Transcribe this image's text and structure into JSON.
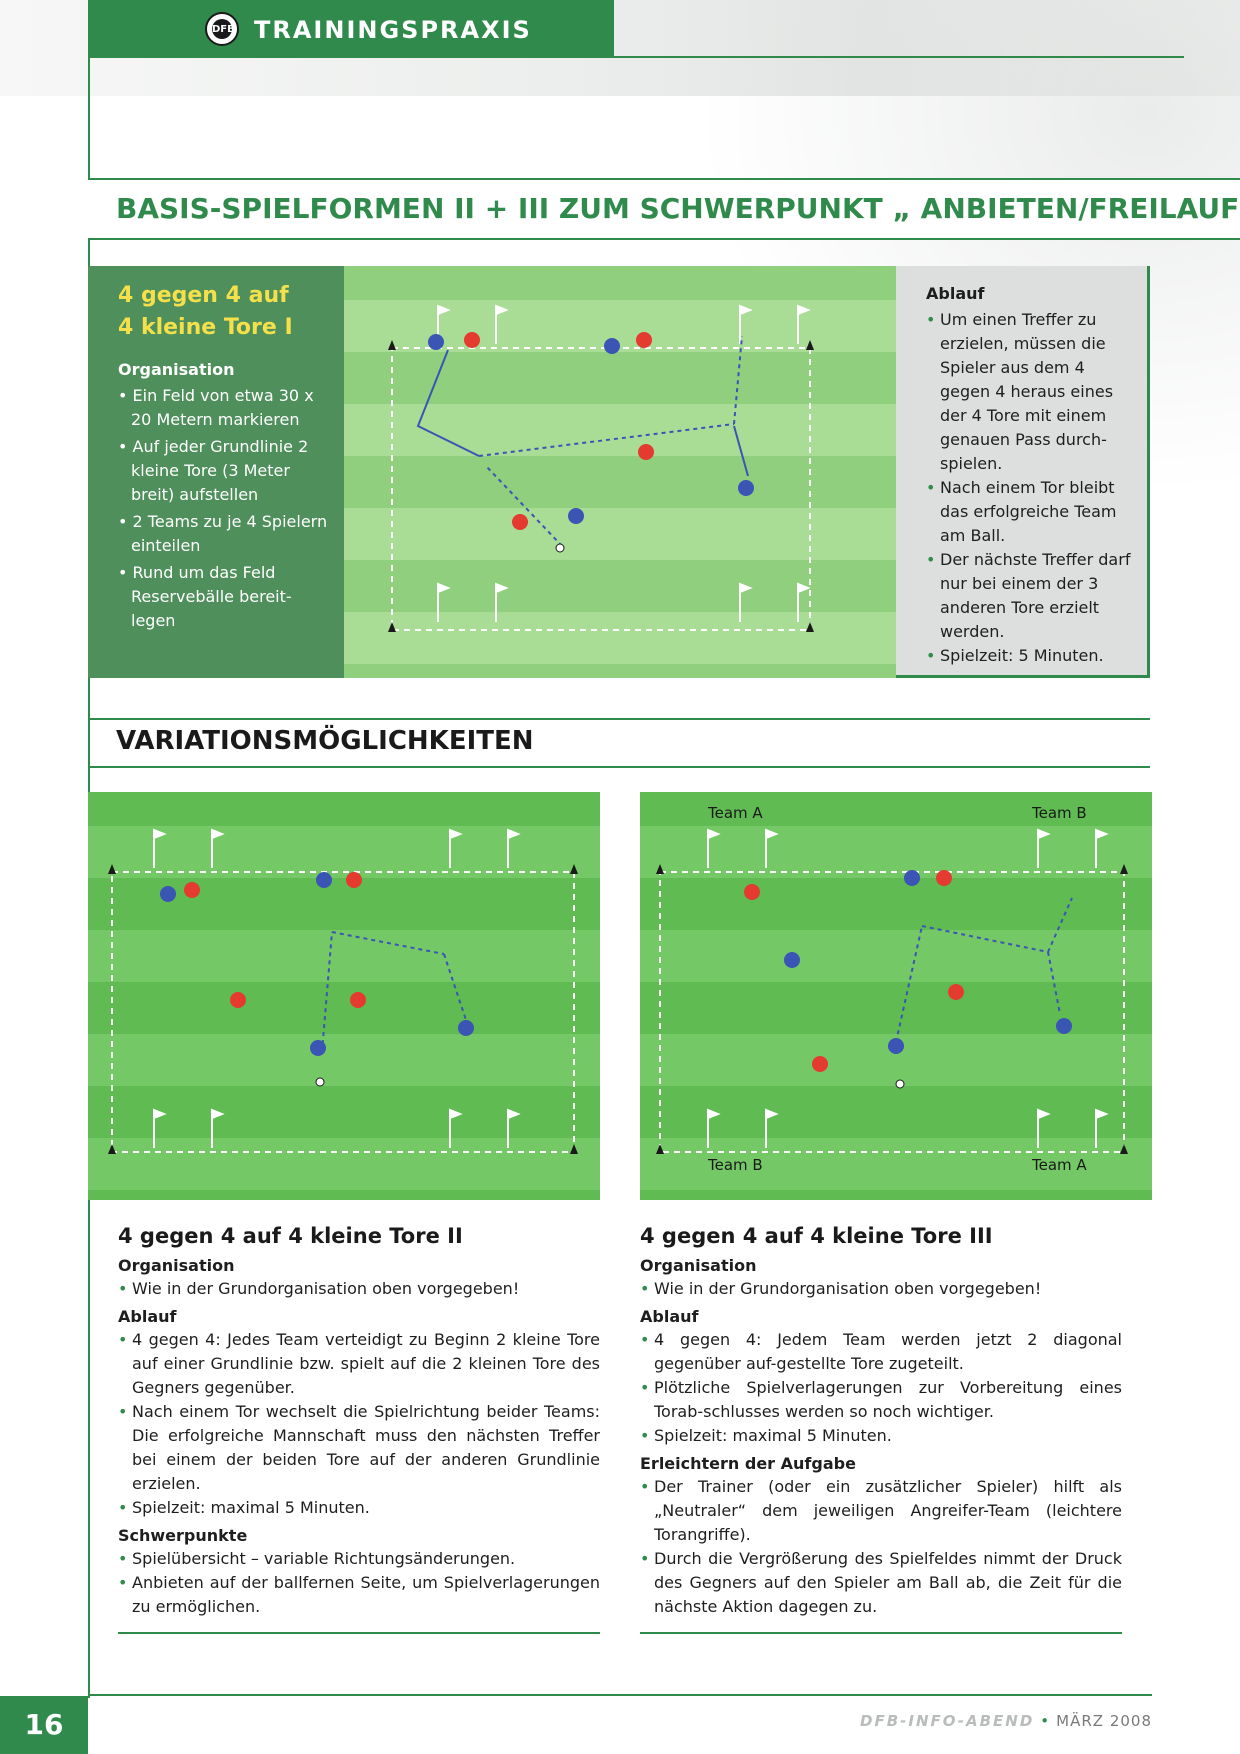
{
  "header": {
    "title": "TRAININGSPRAXIS",
    "logo_text": "DFB"
  },
  "main_title": "BASIS-SPIELFORMEN II + III ZUM SCHWERPUNKT „ ANBIETEN/FREILAUFEN“",
  "main_exercise": {
    "title_line1": "4 gegen 4 auf",
    "title_line2": "4 kleine Tore I",
    "organisation_label": "Organisation",
    "organisation": [
      "• Ein Feld von etwa 30 x 20 Metern markieren",
      "• Auf jeder Grundlinie 2 kleine Tore (3 Meter breit) aufstellen",
      "• 2 Teams zu je 4 Spielern einteilen",
      "• Rund um das Feld Reservebälle bereit-legen"
    ],
    "ablauf_label": "Ablauf",
    "ablauf": [
      "Um einen Treffer zu erzielen, müssen die Spieler aus dem 4 gegen 4 heraus eines der 4 Tore mit einem genauen Pass durch-spielen.",
      "Nach einem Tor bleibt das erfolgreiche Team am Ball.",
      "Der nächste Treffer darf nur bei einem der 3 anderen Tore erzielt werden.",
      "Spielzeit: 5 Minuten."
    ]
  },
  "variations_title": "VARIATIONSMÖGLICHKEITEN",
  "field_b_labels": {
    "top_left": "Team A",
    "top_right": "Team B",
    "bottom_left": "Team B",
    "bottom_right": "Team A"
  },
  "variant2": {
    "title": "4 gegen 4 auf 4 kleine Tore II",
    "organisation_label": "Organisation",
    "organisation": [
      "Wie in der Grundorganisation oben vorgegeben!"
    ],
    "ablauf_label": "Ablauf",
    "ablauf": [
      "4 gegen 4: Jedes Team verteidigt zu Beginn 2 kleine Tore auf einer Grundlinie bzw. spielt auf die 2 kleinen Tore des Gegners gegenüber.",
      "Nach einem Tor wechselt die Spielrichtung beider Teams: Die erfolgreiche Mannschaft muss den nächsten Treffer bei einem der beiden Tore auf der anderen Grundlinie erzielen.",
      "Spielzeit: maximal 5 Minuten."
    ],
    "schwerpunkte_label": "Schwerpunkte",
    "schwerpunkte": [
      "Spielübersicht – variable Richtungsänderungen.",
      "Anbieten auf der ballfernen Seite, um Spielverlagerungen zu ermöglichen."
    ]
  },
  "variant3": {
    "title": "4 gegen 4 auf 4 kleine Tore III",
    "organisation_label": "Organisation",
    "organisation": [
      "Wie in der Grundorganisation oben vorgegeben!"
    ],
    "ablauf_label": "Ablauf",
    "ablauf": [
      "4 gegen 4: Jedem Team werden jetzt 2 diagonal gegenüber auf-gestellte Tore zugeteilt.",
      "Plötzliche Spielverlagerungen zur Vorbereitung eines Torab-schlusses werden so noch wichtiger.",
      "Spielzeit: maximal 5 Minuten."
    ],
    "erleichtern_label": "Erleichtern der Aufgabe",
    "erleichtern": [
      "Der Trainer (oder ein zusätzlicher Spieler) hilft als „Neutraler“ dem jeweiligen Angreifer-Team (leichtere Torangriffe).",
      "Durch die Vergrößerung des Spielfeldes nimmt der Druck des Gegners auf den Spieler am Ball ab, die Zeit für die nächste Aktion dagegen zu."
    ]
  },
  "footer": {
    "page_number": "16",
    "brand": "DFB-INFO-ABEND",
    "date": "MÄRZ 2008"
  },
  "colors": {
    "accent_green": "#2f8a4c",
    "sidebox_green": "#4f8f5b",
    "title_yellow": "#f4e04a",
    "team_red": "#e53a2f",
    "team_blue": "#3a55b4"
  }
}
